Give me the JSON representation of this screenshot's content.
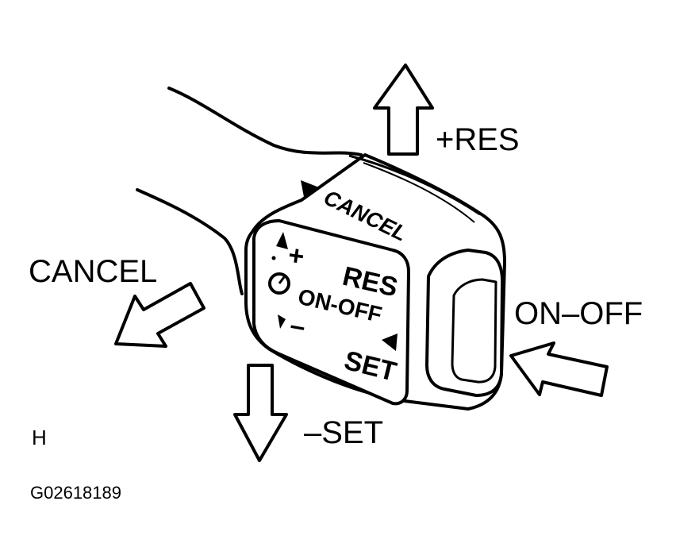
{
  "labels": {
    "res_plus": "+RES",
    "cancel_side": "CANCEL",
    "on_off_side": "ON–OFF",
    "set_minus": "–SET",
    "panel_h": "H",
    "figure_code": "G02618189"
  },
  "switch_face": {
    "cancel": "CANCEL",
    "plus": "+",
    "minus": "–",
    "res": "RES",
    "on_off": "ON-OFF",
    "set": "SET"
  }
}
